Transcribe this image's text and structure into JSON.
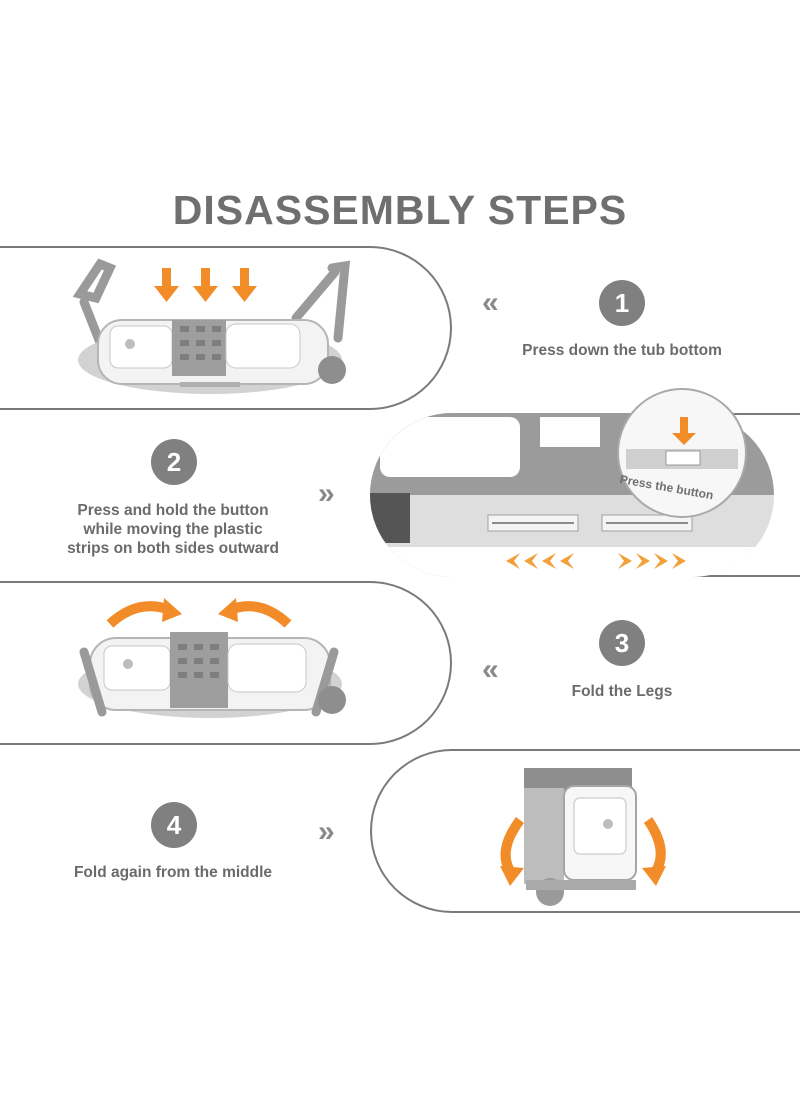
{
  "title": "DISASSEMBLY STEPS",
  "steps": [
    {
      "number": "1",
      "caption": "Press down the tub bottom",
      "chevron": "«"
    },
    {
      "number": "2",
      "caption_lines": [
        "Press and hold the button",
        "while moving the plastic",
        "strips on both sides outward"
      ],
      "chevron": "»",
      "callout": "Press the button"
    },
    {
      "number": "3",
      "caption": "Fold the Legs",
      "chevron": "«"
    },
    {
      "number": "4",
      "caption": "Fold again from the middle",
      "chevron": "»"
    }
  ],
  "colors": {
    "accent": "#f28c28",
    "gray": "#808080",
    "text": "#6b6b6b",
    "frame": "#7a7a7a"
  }
}
